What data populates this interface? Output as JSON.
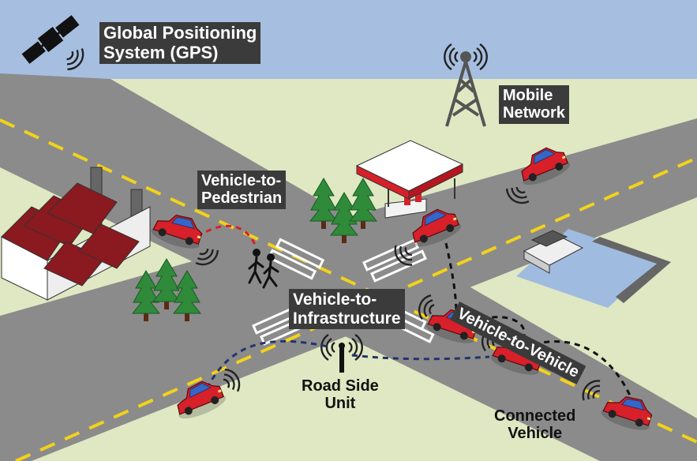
{
  "labels": {
    "gps": [
      "Global Positioning",
      "System (GPS)"
    ],
    "mobile": [
      "Mobile",
      "Network"
    ],
    "v2p": [
      "Vehicle-to-",
      "Pedestrian"
    ],
    "v2i": [
      "Vehicle-to-",
      "Infrastructure"
    ],
    "v2v": "Vehicle-to-Vehicle",
    "rsu": [
      "Road Side",
      "Unit"
    ],
    "connected": [
      "Connected",
      "Vehicle"
    ]
  },
  "colors": {
    "sky": "#a6bfe0",
    "grass": "#dfe8c2",
    "road": "#8a8a8a",
    "lane_marking": "#f2d21b",
    "car_body": "#d7202a",
    "tree": "#2f8a3a",
    "link_red": "#d7202a",
    "link_blue": "#23336e",
    "link_black": "#111111",
    "label_box": "#3b3b3b"
  },
  "icons": [
    "satellite-icon",
    "cell-tower-icon",
    "factory-icon",
    "gas-station-icon",
    "airport-icon",
    "road-side-unit-icon",
    "pedestrian-icon",
    "car-icon",
    "tree-icon"
  ]
}
